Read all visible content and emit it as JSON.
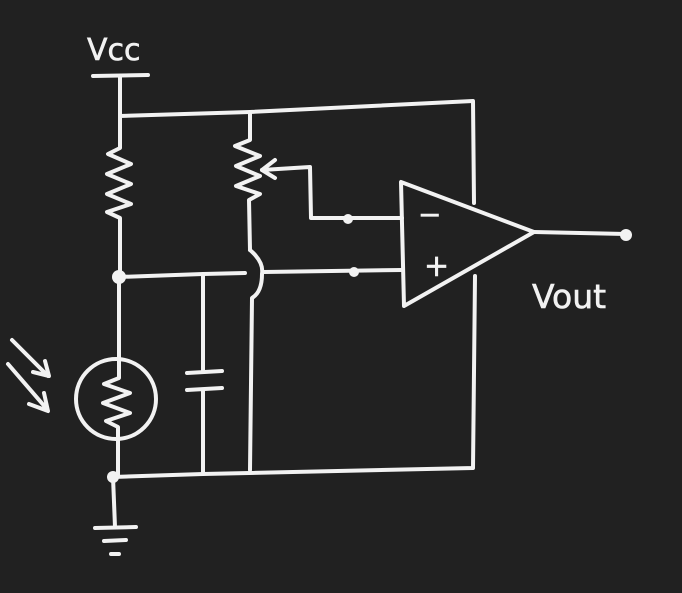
{
  "labels": {
    "supply": "Vcc",
    "output": "Vout",
    "inverting": "−",
    "non_inverting": "+"
  },
  "colors": {
    "background": "#212121",
    "ink": "#f2f2f2"
  },
  "components": [
    {
      "name": "supply-rail",
      "icon": "vcc-bar-icon"
    },
    {
      "name": "fixed-resistor",
      "icon": "zigzag-resistor-icon"
    },
    {
      "name": "potentiometer",
      "icon": "potentiometer-icon"
    },
    {
      "name": "photoresistor",
      "icon": "ldr-icon"
    },
    {
      "name": "capacitor",
      "icon": "capacitor-icon"
    },
    {
      "name": "op-amp",
      "icon": "comparator-triangle-icon"
    },
    {
      "name": "ground",
      "icon": "ground-icon"
    }
  ]
}
